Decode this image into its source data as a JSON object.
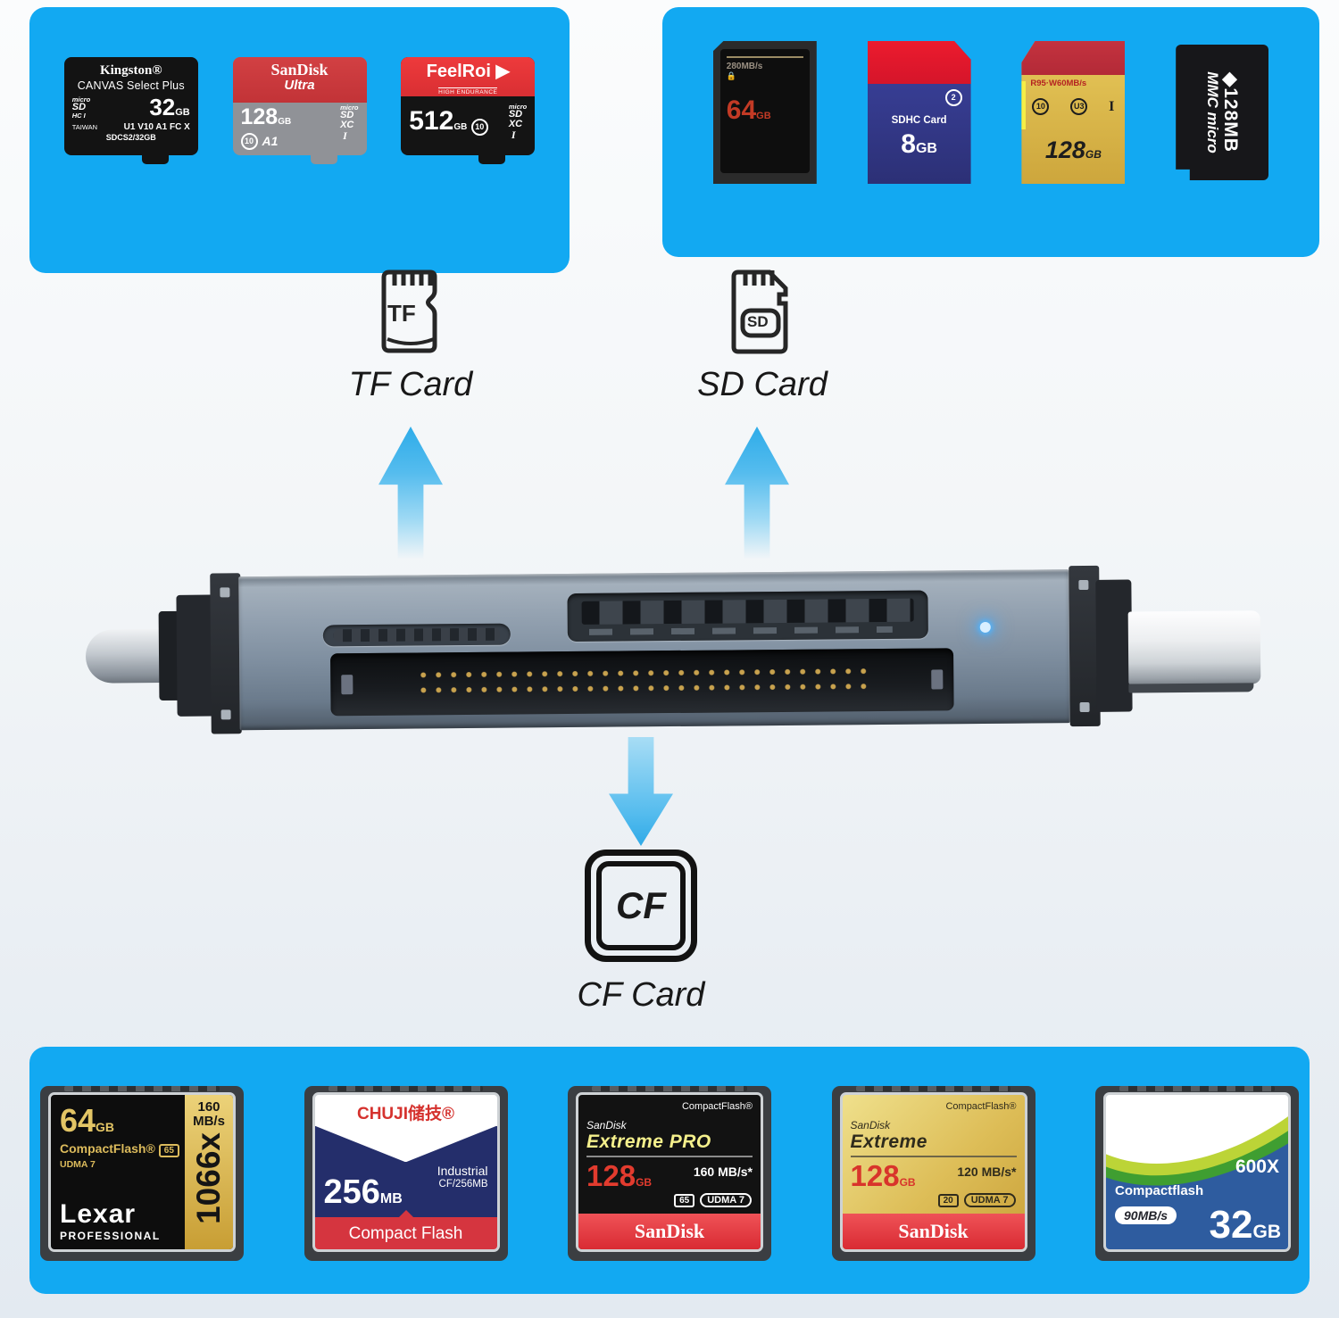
{
  "colors": {
    "banner_blue": "#12a9f2",
    "arrow_blue": "#2eace9",
    "led_blue": "#4db4ff",
    "device_gray": "#8493a3"
  },
  "tf_banner": {
    "kingston": {
      "brand": "Kingston®",
      "product": "CANVAS Select Plus",
      "logo_micro": "micro",
      "logo_sd": "SD",
      "logo_hc": "HC I",
      "capacity": "32",
      "unit": "GB",
      "region": "TAIWAN",
      "specs": "U1 V10 A1 FC X",
      "model": "SDCS2/32GB"
    },
    "sandisk_ultra": {
      "brand": "SanDisk",
      "series": "Ultra",
      "capacity": "128",
      "unit": "GB",
      "speed_class": "10",
      "app_class": "A1",
      "logo_micro": "micro",
      "logo_sd": "SD",
      "logo_xc": "XC",
      "bus": "I"
    },
    "feelroi": {
      "brand": "FeelRoi ▶",
      "tagline": "HIGH ENDURANCE",
      "capacity": "512",
      "unit": "GB",
      "speed_class": "10",
      "logo_micro": "micro",
      "logo_sd": "SD",
      "logo_xc": "XC",
      "bus": "I"
    }
  },
  "sd_banner": {
    "black64": {
      "speed": "280MB/s",
      "lock": "🔒",
      "capacity": "64",
      "unit": "GB"
    },
    "blue8": {
      "class": "2",
      "type": "SDHC Card",
      "capacity": "8",
      "unit": "GB"
    },
    "gold128": {
      "speed": "R95·W60MB/s",
      "speed_class": "10",
      "uhs": "U3",
      "bus": "I",
      "capacity": "128",
      "unit": "GB"
    },
    "mmc": {
      "logo": "◆",
      "capacity": "128MB",
      "brand": "MMC micro"
    }
  },
  "slots": {
    "tf": {
      "icon_letter": "TF",
      "label": "TF Card"
    },
    "sd": {
      "icon_letter": "SD",
      "label": "SD Card"
    },
    "cf": {
      "icon_letter": "CF",
      "label": "CF Card"
    }
  },
  "cf_banner": {
    "lexar": {
      "capacity": "64",
      "unit": "GB",
      "speed": "160 MB/s",
      "type": "CompactFlash®",
      "vpg": "65",
      "udma": "UDMA 7",
      "brand": "Lexar",
      "series": "PROFESSIONAL",
      "rating": "1066x"
    },
    "chuji": {
      "brand": "CHUJI储技®",
      "capacity": "256",
      "unit": "MB",
      "grade": "Industrial",
      "model": "CF/256MB",
      "type": "Compact Flash"
    },
    "extreme_pro": {
      "type": "CompactFlash®",
      "brand": "SanDisk",
      "series": "Extreme PRO",
      "capacity": "128",
      "unit": "GB",
      "speed": "160 MB/s*",
      "vpg": "65",
      "udma": "UDMA 7",
      "band_brand": "SanDisk"
    },
    "extreme": {
      "type": "CompactFlash®",
      "brand": "SanDisk",
      "series": "Extreme",
      "capacity": "128",
      "unit": "GB",
      "speed": "120 MB/s*",
      "vpg": "20",
      "udma": "UDMA 7",
      "band_brand": "SanDisk"
    },
    "generic": {
      "rating": "600X",
      "type": "Compactflash",
      "speed": "90MB/s",
      "capacity": "32",
      "unit": "GB"
    }
  }
}
